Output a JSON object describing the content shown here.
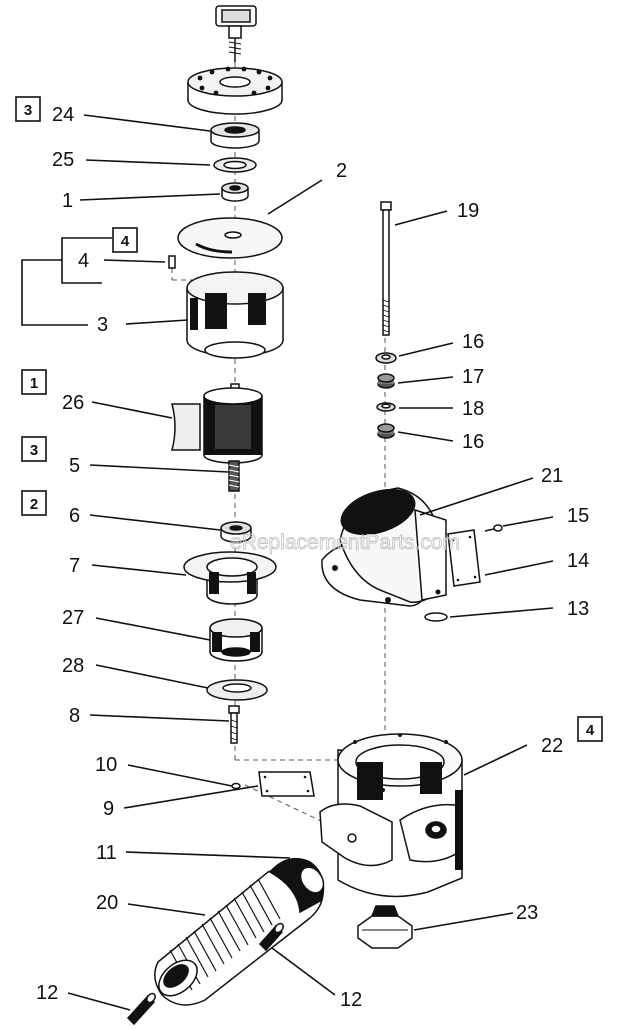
{
  "watermark": "eReplacementParts.com",
  "callouts": {
    "c24": "24",
    "c25": "25",
    "c1": "1",
    "c2": "2",
    "c4": "4",
    "c3": "3",
    "c26": "26",
    "c5": "5",
    "c6": "6",
    "c7": "7",
    "c27": "27",
    "c28": "28",
    "c8": "8",
    "c10": "10",
    "c9": "9",
    "c11": "11",
    "c20": "20",
    "c12a": "12",
    "c12b": "12",
    "c19": "19",
    "c16a": "16",
    "c17": "17",
    "c18": "18",
    "c16b": "16",
    "c21": "21",
    "c15": "15",
    "c14": "14",
    "c13": "13",
    "c22": "22",
    "c23": "23"
  },
  "kit_boxes": {
    "k3a": "3",
    "k4a": "4",
    "k1": "1",
    "k3b": "3",
    "k2": "2",
    "k4b": "4"
  }
}
